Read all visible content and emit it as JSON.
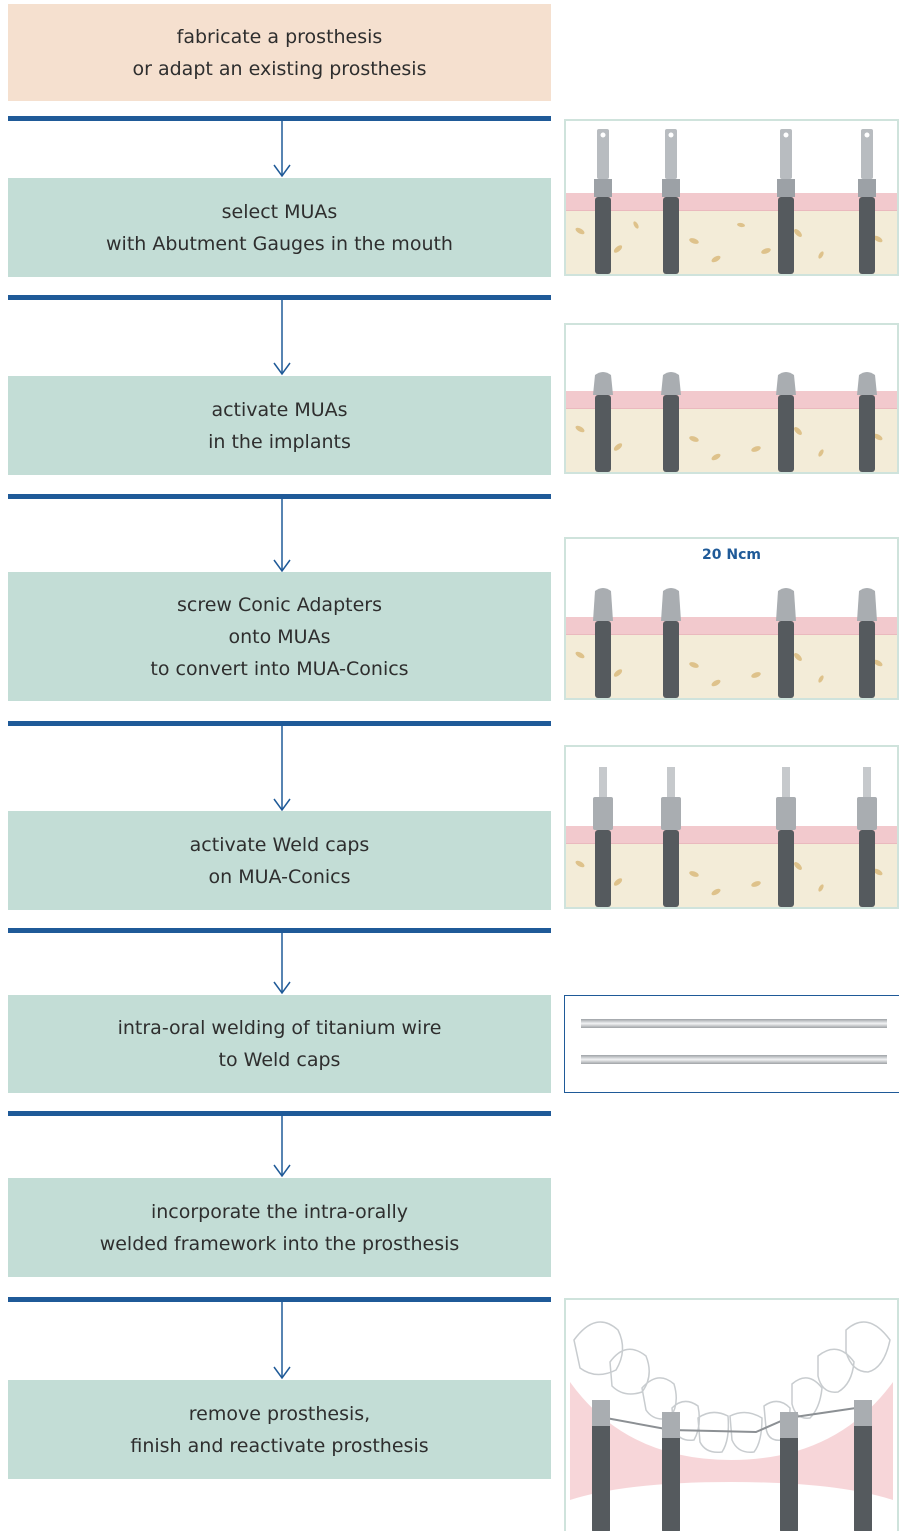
{
  "steps": [
    {
      "lines": [
        "fabricate a prosthesis",
        "or adapt an existing prosthesis"
      ]
    },
    {
      "lines": [
        "select MUAs",
        "with Abutment Gauges in the mouth"
      ]
    },
    {
      "lines": [
        "activate MUAs",
        "in the implants"
      ]
    },
    {
      "lines": [
        "screw Conic Adapters",
        "onto MUAs",
        "to convert into MUA-Conics"
      ]
    },
    {
      "lines": [
        "activate Weld caps",
        "on MUA-Conics"
      ]
    },
    {
      "lines": [
        "intra-oral welding of titanium wire",
        "to Weld caps"
      ]
    },
    {
      "lines": [
        "incorporate the intra-orally",
        "welded framework into the prosthesis"
      ]
    },
    {
      "lines": [
        "remove prosthesis,",
        "finish and reactivate prosthesis"
      ]
    }
  ],
  "torque_label": "20 Ncm",
  "colors": {
    "accent_blue": "#1f5a98",
    "step_green": "#c3ddd6",
    "first_peach": "#f5e0cf",
    "gum_pink": "#f2c9cd",
    "bone_cream": "#f3ecd8"
  },
  "icons": [
    "gauge-implant-icon",
    "mua-implant-icon",
    "conic-adapter-icon",
    "weld-cap-icon",
    "titanium-wire-icon",
    "prosthesis-jaw-icon"
  ]
}
